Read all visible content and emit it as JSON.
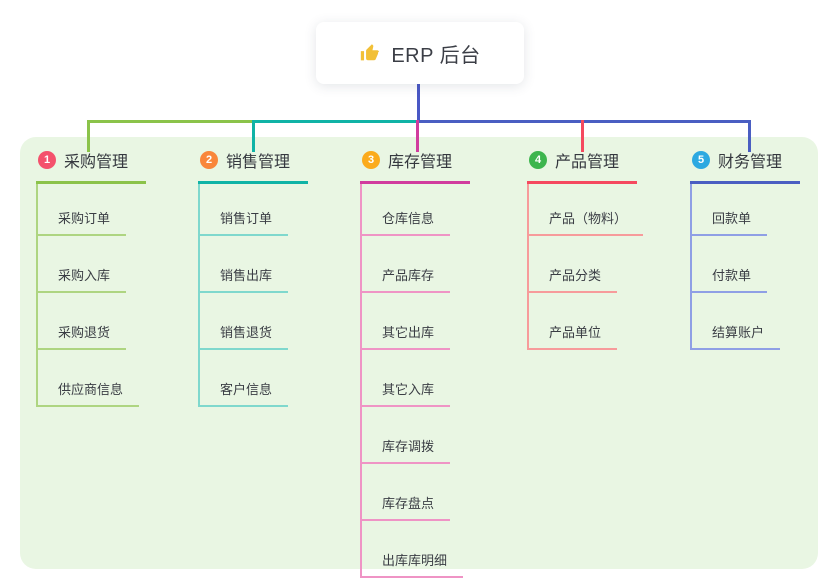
{
  "root": {
    "title": "ERP 后台",
    "icon": "thumbs-up-icon",
    "icon_color": "#f2c037",
    "connector_color": "#4a58c5"
  },
  "panel": {
    "background": "#e9f6e3"
  },
  "branches": [
    {
      "badge": "1",
      "badge_color": "#f4516c",
      "label": "采购管理",
      "color": "#8bc34a",
      "light": "#aed581",
      "children": [
        "采购订单",
        "采购入库",
        "采购退货",
        "供应商信息"
      ]
    },
    {
      "badge": "2",
      "badge_color": "#f9863a",
      "label": "销售管理",
      "color": "#10b3a6",
      "light": "#7fd8cd",
      "children": [
        "销售订单",
        "销售出库",
        "销售退货",
        "客户信息"
      ]
    },
    {
      "badge": "3",
      "badge_color": "#fbab1c",
      "label": "库存管理",
      "color": "#d13c9e",
      "light": "#ef94c5",
      "children": [
        "仓库信息",
        "产品库存",
        "其它出库",
        "其它入库",
        "库存调拨",
        "库存盘点",
        "出库库明细"
      ]
    },
    {
      "badge": "4",
      "badge_color": "#3db54e",
      "label": "产品管理",
      "color": "#f5495f",
      "light": "#f79b9b",
      "children": [
        "产品（物料）",
        "产品分类",
        "产品单位"
      ]
    },
    {
      "badge": "5",
      "badge_color": "#2da9e1",
      "label": "财务管理",
      "color": "#4a5ec2",
      "light": "#8f9fe5",
      "children": [
        "回款单",
        "付款单",
        "结算账户"
      ]
    }
  ]
}
